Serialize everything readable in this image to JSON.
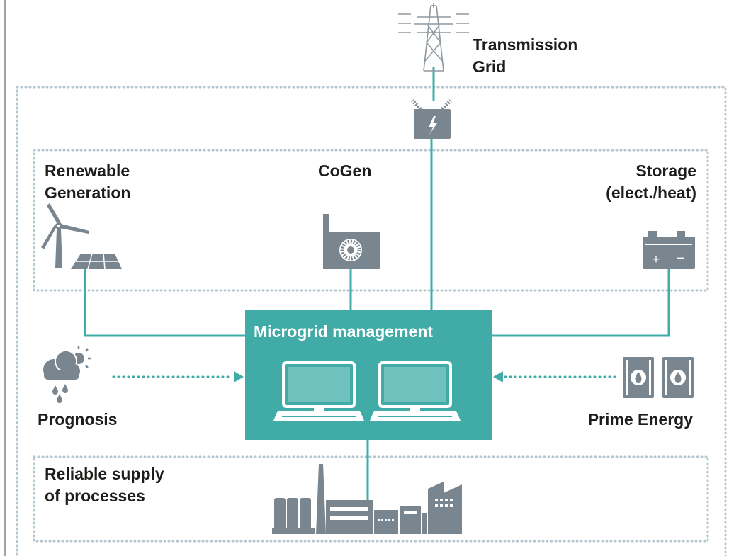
{
  "colors": {
    "teal": "#41aca7",
    "grey": "#7a868f",
    "dots": "#b4c6d0",
    "text": "#1d1d1b"
  },
  "labels": {
    "transmission_grid": "Transmission\nGrid",
    "renewable_generation": "Renewable\nGeneration",
    "cogen": "CoGen",
    "storage": "Storage\n(elect./heat)",
    "microgrid_management": "Microgrid management",
    "prognosis": "Prognosis",
    "prime_energy": "Prime Energy",
    "reliable_supply": "Reliable supply\nof processes"
  },
  "icons": [
    "transmission-tower-icon",
    "transformer-icon",
    "wind-turbine-icon",
    "solar-panel-icon",
    "cogen-plant-icon",
    "battery-icon",
    "weather-cloud-icon",
    "oil-barrel-icon",
    "computer-icon",
    "factory-icon"
  ]
}
